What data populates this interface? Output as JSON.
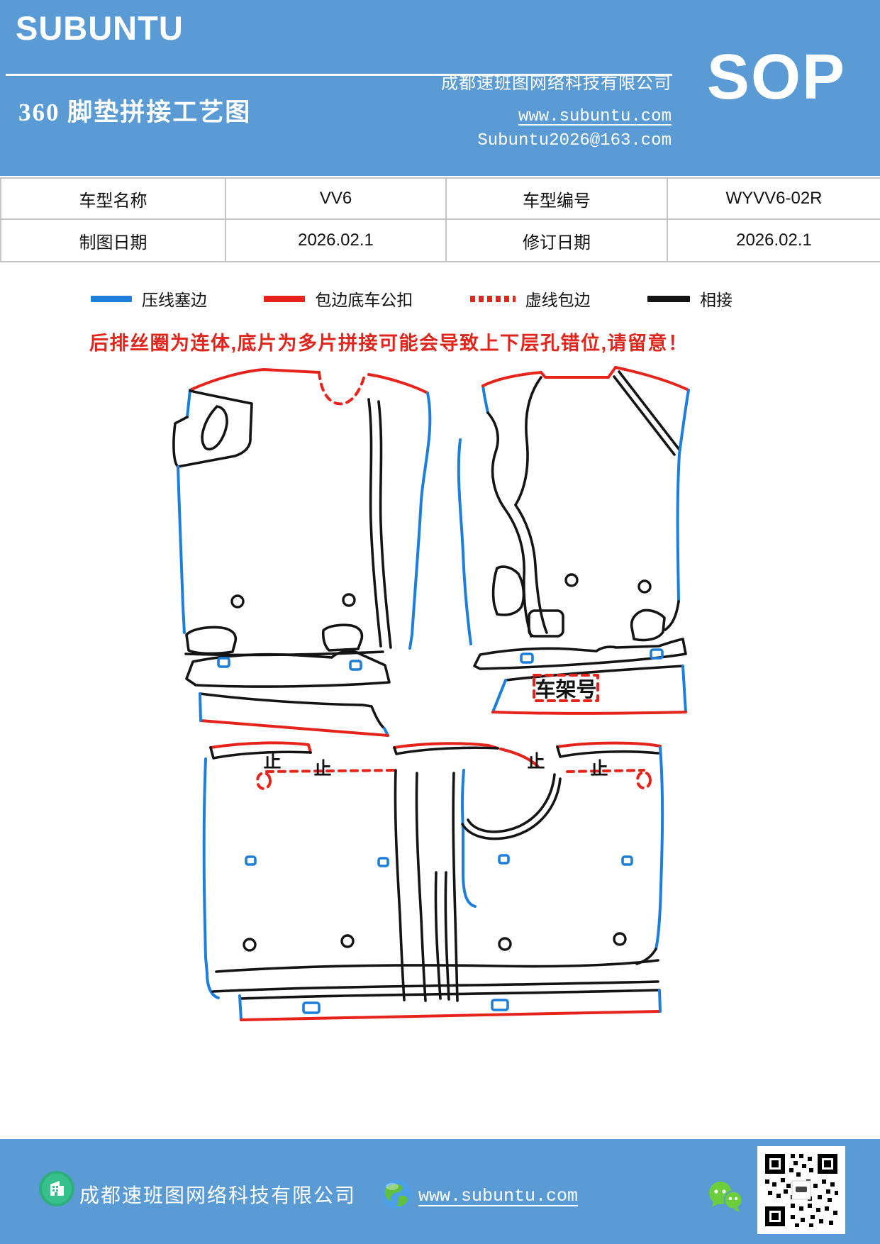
{
  "colors": {
    "brand": "#5B9BD5",
    "blue": "#1E7FDB",
    "red": "#E6231A",
    "black": "#141414",
    "warning": "#E0251C",
    "table_border": "#C5C5C5"
  },
  "header": {
    "brand": "SUBUNTU",
    "title": "360 脚垫拼接工艺图",
    "company": "成都速班图网络科技有限公司",
    "sop": "SOP",
    "website": "www.subuntu.com",
    "email": "Subuntu2026@163.com"
  },
  "info_table": {
    "r1c1": "车型名称",
    "r1c2": "VV6",
    "r1c3": "车型编号",
    "r1c4": "WYVV6-02R",
    "r2c1": "制图日期",
    "r2c2": "2026.02.1",
    "r2c3": "修订日期",
    "r2c4": "2026.02.1"
  },
  "legend": {
    "items": [
      {
        "label": "压线塞边",
        "color": "#1E7FDB",
        "style": "solid"
      },
      {
        "label": "包边底车公扣",
        "color": "#E6231A",
        "style": "solid"
      },
      {
        "label": "虚线包边",
        "color": "#E6231A",
        "style": "dotted"
      },
      {
        "label": "相接",
        "color": "#141414",
        "style": "solid"
      }
    ]
  },
  "warning": "后排丝圈为连体,底片为多片拼接可能会导致上下层孔错位,请留意！",
  "diagram": {
    "chassis_label": "车架号",
    "stop_mark": "止"
  },
  "footer": {
    "company": "成都速班图网络科技有限公司",
    "website": "www.subuntu.com"
  }
}
